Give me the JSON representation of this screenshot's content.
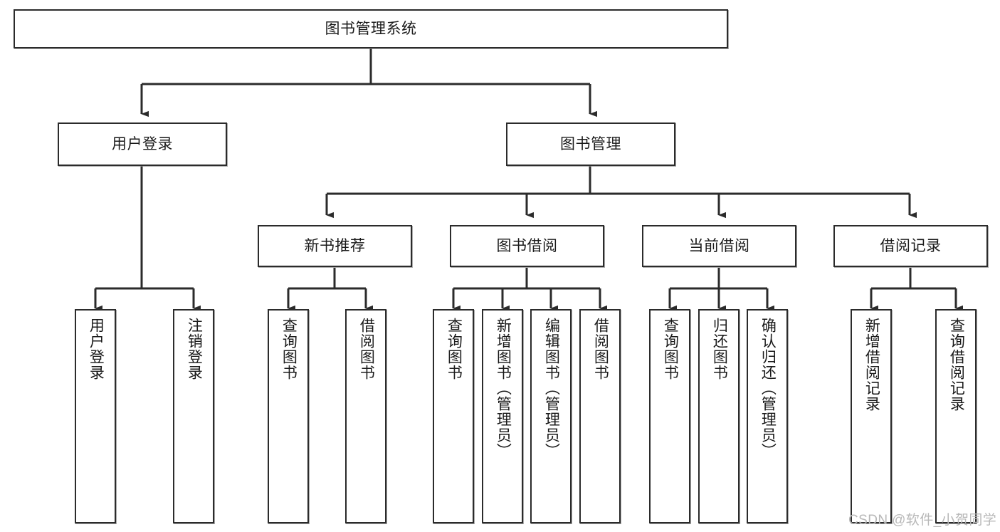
{
  "diagram": {
    "type": "tree-hierarchy",
    "title": "图书管理系统",
    "colors": {
      "box_border": "#2b2b2b",
      "box_fill": "#ffffff",
      "edge": "#2b2b2b",
      "text": "#1a1a1a",
      "watermark": "#b8b8b8",
      "background": "#ffffff"
    },
    "root": {
      "id": "root",
      "label": "图书管理系统",
      "orientation": "horizontal"
    },
    "level2": [
      {
        "id": "user-login",
        "label": "用户登录",
        "orientation": "horizontal"
      },
      {
        "id": "book-manage",
        "label": "图书管理",
        "orientation": "horizontal"
      }
    ],
    "level3": [
      {
        "id": "new-book-recommend",
        "label": "新书推荐",
        "orientation": "horizontal",
        "parent": "book-manage"
      },
      {
        "id": "book-borrow",
        "label": "图书借阅",
        "orientation": "horizontal",
        "parent": "book-manage"
      },
      {
        "id": "current-borrow",
        "label": "当前借阅",
        "orientation": "horizontal",
        "parent": "book-manage"
      },
      {
        "id": "borrow-record",
        "label": "借阅记录",
        "orientation": "horizontal",
        "parent": "book-manage"
      }
    ],
    "leaves": [
      {
        "id": "leaf-user-login",
        "label": "用户登录",
        "parent": "user-login"
      },
      {
        "id": "leaf-logout-login",
        "label": "注销登录",
        "parent": "user-login"
      },
      {
        "id": "leaf-query-book-1",
        "label": "查询图书",
        "parent": "new-book-recommend"
      },
      {
        "id": "leaf-borrow-book-1",
        "label": "借阅图书",
        "parent": "new-book-recommend"
      },
      {
        "id": "leaf-query-book-2",
        "label": "查询图书",
        "parent": "book-borrow"
      },
      {
        "id": "leaf-add-book",
        "label": "新增图书（管理员）",
        "parent": "book-borrow"
      },
      {
        "id": "leaf-edit-book",
        "label": "编辑图书（管理员）",
        "parent": "book-borrow"
      },
      {
        "id": "leaf-borrow-book-2",
        "label": "借阅图书",
        "parent": "book-borrow"
      },
      {
        "id": "leaf-query-book-3",
        "label": "查询图书",
        "parent": "current-borrow"
      },
      {
        "id": "leaf-return-book",
        "label": "归还图书",
        "parent": "current-borrow"
      },
      {
        "id": "leaf-confirm-return",
        "label": "确认归还（管理员）",
        "parent": "current-borrow"
      },
      {
        "id": "leaf-add-record",
        "label": "新增借阅记录",
        "parent": "borrow-record"
      },
      {
        "id": "leaf-query-record",
        "label": "查询借阅记录",
        "parent": "borrow-record"
      }
    ]
  },
  "watermark": {
    "text": "CSDN @软件_小贺同学"
  }
}
